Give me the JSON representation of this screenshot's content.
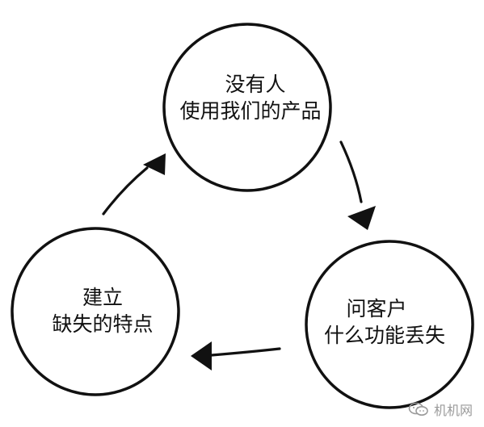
{
  "diagram": {
    "nodes": [
      {
        "id": "top",
        "lines": [
          "没有人",
          "使用我们的产品"
        ]
      },
      {
        "id": "right",
        "lines": [
          "问客户",
          "什么功能丢失"
        ]
      },
      {
        "id": "left",
        "lines": [
          "建立",
          "缺失的特点"
        ]
      }
    ],
    "edges": [
      {
        "from": "top",
        "to": "right"
      },
      {
        "from": "right",
        "to": "left"
      },
      {
        "from": "left",
        "to": "top"
      }
    ]
  },
  "watermark": {
    "text": "机机网",
    "icon": "wechat-logo-icon"
  }
}
